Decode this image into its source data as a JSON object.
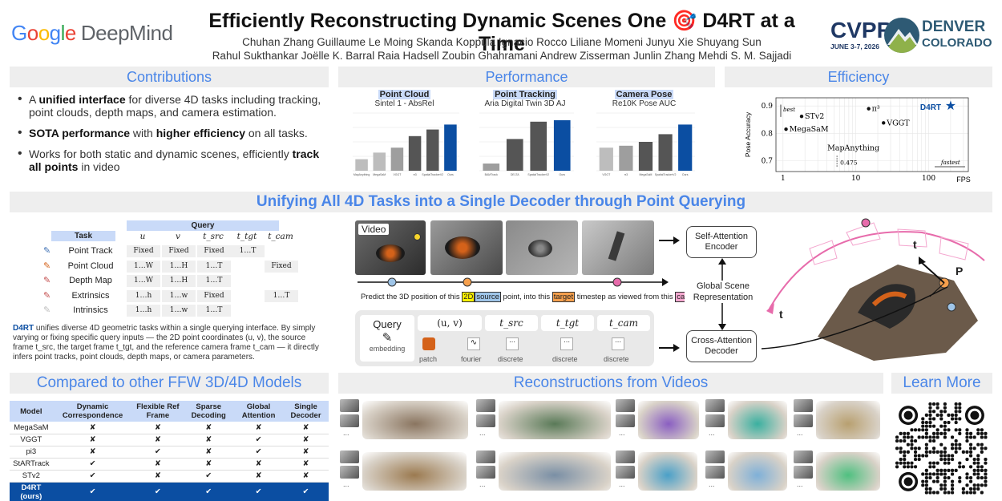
{
  "header": {
    "title": "Efficiently Reconstructing Dynamic Scenes One 🎯 D4RT at a Time",
    "authors_line1": "Chuhan Zhang   Guillaume Le Moing   Skanda Koppula   Ignacio Rocco   Liliane Momeni   Junyu Xie   Shuyang Sun",
    "authors_line2": "Rahul Sukthankar   Joëlle K. Barral   Raia Hadsell   Zoubin Ghahramani   Andrew Zisserman   Junlin Zhang   Mehdi S. M. Sajjadi",
    "logo_google": "Google",
    "logo_deepmind": "DeepMind",
    "conf_name": "CVPR",
    "conf_date": "JUNE 3-7, 2026",
    "conf_city": "DENVER",
    "conf_state": "COLORADO"
  },
  "contributions": {
    "heading": "Contributions",
    "b1_pre": "A ",
    "b1_bold": "unified interface",
    "b1_post": " for diverse 4D tasks including tracking, point clouds, depth maps, and camera estimation.",
    "b2_bold1": "SOTA performance",
    "b2_mid": " with ",
    "b2_bold2": "higher efficiency",
    "b2_post": " on all tasks.",
    "b3_pre": "Works for both static and dynamic scenes, efficiently ",
    "b3_bold": "track all points",
    "b3_post": " in video"
  },
  "performance": {
    "heading": "Performance",
    "charts": [
      {
        "title": "Point Cloud",
        "subtitle": "Sintel 1 - AbsRel",
        "categories": [
          "MapAnything",
          "MegaSaM",
          "VGGT",
          "π3",
          "SpatialTrackerV2",
          "Ours"
        ],
        "values": [
          0.62,
          0.66,
          0.69,
          0.76,
          0.8,
          0.83
        ],
        "ylim": [
          0.55,
          0.9
        ]
      },
      {
        "title": "Point Tracking",
        "subtitle": "Aria Digital Twin 3D AJ",
        "categories": [
          "BAMTrack",
          "DELTA",
          "SpatialTrackerV2",
          "Ours"
        ],
        "values": [
          0.05,
          0.22,
          0.34,
          0.35
        ],
        "ylim": [
          0,
          0.4
        ]
      },
      {
        "title": "Camera Pose",
        "subtitle": "Re10K Pose AUC",
        "categories": [
          "VGGT",
          "π3",
          "MegaSaM",
          "SpatialTrackerV2",
          "Ours"
        ],
        "values": [
          72,
          73,
          75,
          79,
          84
        ],
        "ylim": [
          60,
          90
        ]
      }
    ]
  },
  "efficiency": {
    "heading": "Efficiency",
    "ylabel": "Pose Accuracy",
    "xlabel": "FPS",
    "best": "best",
    "fastest": "fastest",
    "annot": "0.475"
  },
  "chart_data": [
    {
      "type": "scatter",
      "title": "Efficiency",
      "xlabel": "FPS",
      "ylabel": "Pose Accuracy",
      "xscale": "log",
      "xlim": [
        0.8,
        350
      ],
      "ylim": [
        0.66,
        0.93
      ],
      "xticks": [
        "1",
        "10",
        "100"
      ],
      "yticks": [
        "0.7",
        "0.8",
        "0.9"
      ],
      "points": [
        {
          "name": "D4RT",
          "x": 200,
          "y": 0.9
        },
        {
          "name": "STv2",
          "x": 1.8,
          "y": 0.862
        },
        {
          "name": "π³",
          "x": 15,
          "y": 0.89
        },
        {
          "name": "MegaSaM",
          "x": 1.1,
          "y": 0.815
        },
        {
          "name": "VGGT",
          "x": 24,
          "y": 0.838
        },
        {
          "name": "MapAnything",
          "x": 5.5,
          "y": 0.475
        }
      ]
    }
  ],
  "unify": {
    "heading": "Unifying All 4D Tasks into a Single Decoder through Point Querying",
    "query_label": "Query",
    "task_label": "Task",
    "cols": [
      "u",
      "v",
      "t_src",
      "t_tgt",
      "t_cam"
    ],
    "rows": [
      {
        "name": "Point Track",
        "cells": [
          "Fixed",
          "Fixed",
          "Fixed",
          "1…T",
          ""
        ]
      },
      {
        "name": "Point Cloud",
        "cells": [
          "1…W",
          "1…H",
          "1…T",
          "",
          "Fixed"
        ]
      },
      {
        "name": "Depth Map",
        "cells": [
          "1…W",
          "1…H",
          "1…T",
          "",
          ""
        ]
      },
      {
        "name": "Extrinsics",
        "cells": [
          "1…h",
          "1…w",
          "Fixed",
          "",
          "1…T"
        ]
      },
      {
        "name": "Intrinsics",
        "cells": [
          "1…h",
          "1…w",
          "1…T",
          "",
          ""
        ]
      }
    ],
    "desc_bold": "D4RT",
    "desc": " unifies diverse 4D geometric tasks within a single querying interface. By simply varying or fixing specific query inputs — the 2D point coordinates (u, v), the source frame t_src, the target frame t_tgt, and the reference camera frame t_cam — it directly infers point tracks, point clouds, depth maps, or camera parameters.",
    "video_label": "Video",
    "sentence_pre": "Predict the 3D position of this",
    "tag_2d": "2D",
    "tag_source": "source",
    "sentence_mid1": "point, into this",
    "tag_target": "target",
    "sentence_mid2": "timestep as viewed from this",
    "tag_camera": "camera",
    "query_embed_title": "Query",
    "query_embed_sub": "embedding",
    "slots": [
      {
        "top": "(u, v)",
        "bot1": "patch",
        "bot2": "fourier"
      },
      {
        "top": "t_src",
        "bot1": "discrete"
      },
      {
        "top": "t_tgt",
        "bot1": "discrete"
      },
      {
        "top": "t_cam",
        "bot1": "discrete"
      }
    ],
    "encoder": "Self-Attention Encoder",
    "gsr": "Global Scene Representation",
    "decoder": "Cross-Attention Decoder",
    "p_label": "P",
    "t_label": "t"
  },
  "compare": {
    "heading": "Compared to other FFW 3D/4D Models",
    "headers": [
      "Model",
      "Dynamic Correspondence",
      "Flexible Ref Frame",
      "Sparse Decoding",
      "Global Attention",
      "Single Decoder"
    ],
    "rows": [
      [
        "MegaSaM",
        "✘",
        "✘",
        "✘",
        "✘",
        "✘"
      ],
      [
        "VGGT",
        "✘",
        "✘",
        "✘",
        "✔",
        "✘"
      ],
      [
        "pi3",
        "✘",
        "✔",
        "✘",
        "✔",
        "✘"
      ],
      [
        "StARTrack",
        "✔",
        "✘",
        "✘",
        "✘",
        "✘"
      ],
      [
        "STv2",
        "✔",
        "✘",
        "✔",
        "✘",
        "✘"
      ]
    ],
    "ours": [
      "D4RT (ours)",
      "✔",
      "✔",
      "✔",
      "✔",
      "✔"
    ]
  },
  "recon": {
    "heading": "Reconstructions from Videos",
    "ellipsis": "..."
  },
  "learn": {
    "heading": "Learn More"
  },
  "colors": {
    "accent": "#4a86e8",
    "ours_bar": "#0b4ea2",
    "dark_bar": "#555555",
    "light_bar": "#bdbdbd"
  }
}
